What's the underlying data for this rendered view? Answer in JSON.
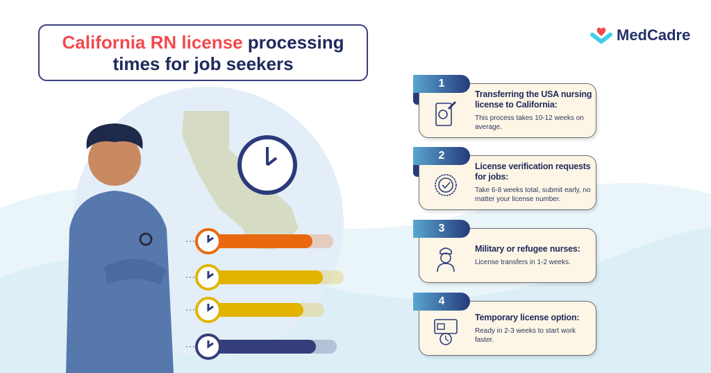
{
  "title": {
    "highlight": "California RN license",
    "rest_line1": "processing",
    "line2": "times for job seekers"
  },
  "brand": {
    "name": "MedCadre",
    "colors": {
      "heart": "#f04a4f",
      "hand": "#3fd0e6"
    }
  },
  "colors": {
    "title_red": "#f04a4f",
    "navy": "#1f2a5c",
    "card_bg": "#fdf6e6",
    "bar_orange": "#e8690f",
    "bar_yellow": "#e2b400",
    "bar_navy": "#343f7a"
  },
  "cards": [
    {
      "number": "1",
      "title": "Transferring the USA nursing license to California:",
      "desc": "This process takes 10-12 weeks on average.",
      "icon": "certificate-stamp-icon"
    },
    {
      "number": "2",
      "title": "License verification requests for jobs:",
      "desc": "Take 6-8 weeks total, submit early, no matter your license number.",
      "icon": "verified-seal-icon"
    },
    {
      "number": "3",
      "title": "Military or refugee nurses:",
      "desc": "License transfers in 1-2 weeks.",
      "icon": "nurse-icon"
    },
    {
      "number": "4",
      "title": "Temporary license option:",
      "desc": "Ready in 2-3 weeks to start work faster.",
      "icon": "id-card-clock-icon"
    }
  ]
}
